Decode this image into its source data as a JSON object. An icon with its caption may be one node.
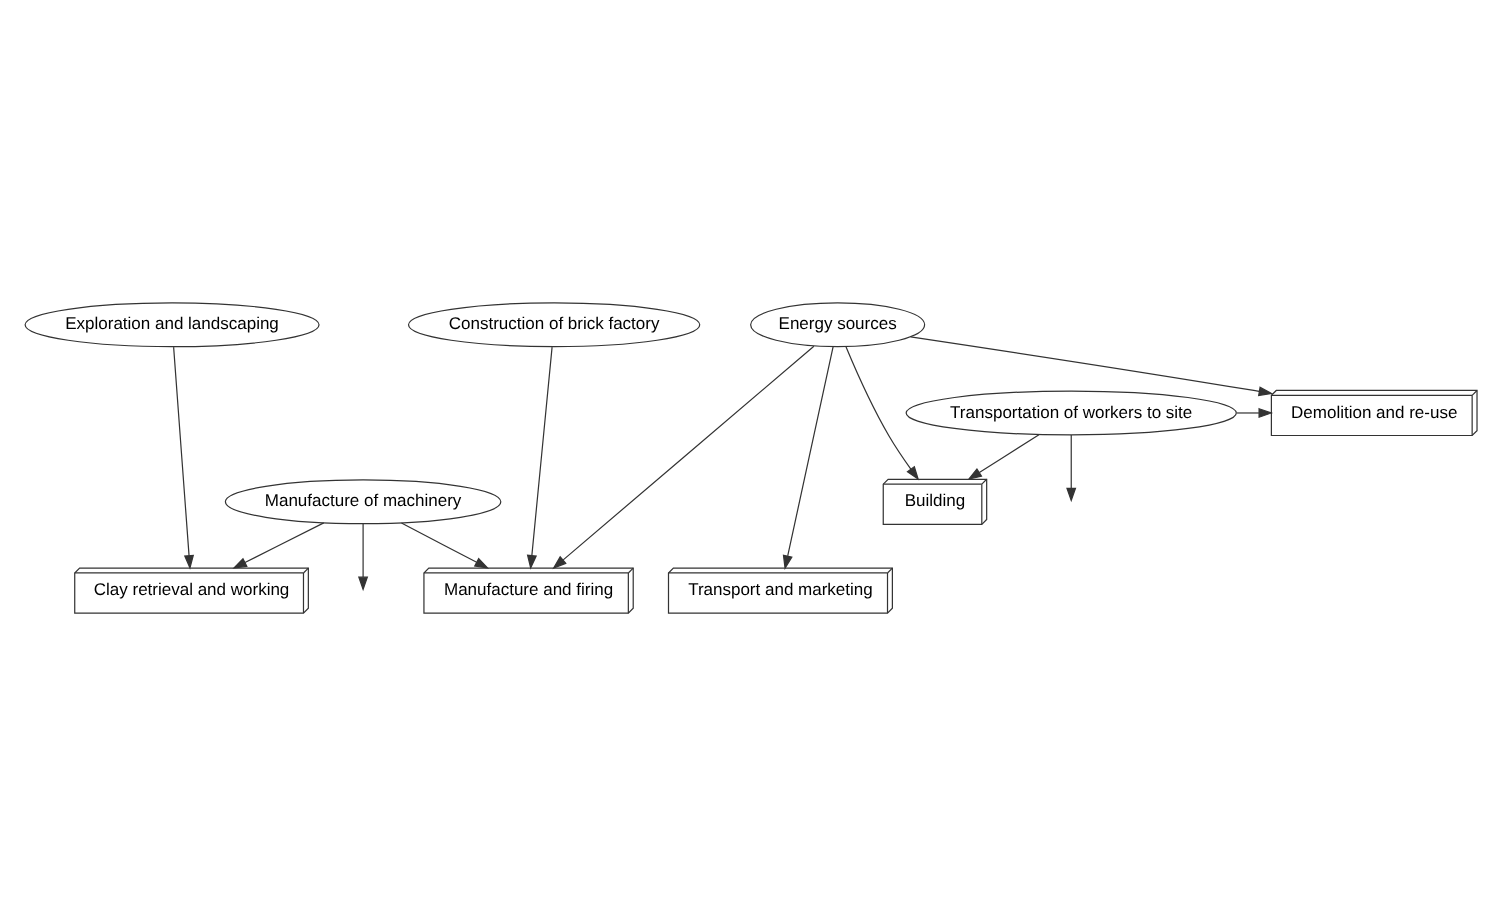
{
  "diagram": {
    "nodes": [
      {
        "text": [
          "Exploration and landscaping"
        ]
      },
      {
        "text": [
          "Construction of brick factory"
        ]
      },
      {
        "text": [
          "Energy sources"
        ]
      },
      {
        "text": [
          "Clay retrieval and working"
        ]
      },
      {
        "text": [
          "Manufacture and firing"
        ]
      },
      {
        "text": [
          "Transport and marketing"
        ]
      },
      {
        "text": [
          "Manufacture of machinery"
        ]
      },
      {
        "text": [
          "Building"
        ]
      },
      {
        "text": [
          "Demolition and re-use"
        ]
      },
      {
        "text": [
          "Transportation of workers to site"
        ]
      }
    ],
    "edges": [
      {
        "from": 0,
        "to": 3,
        "arrow": "to"
      },
      {
        "from": 1,
        "to": 4,
        "arrow": "to"
      },
      {
        "from": 2,
        "to": 4,
        "arrow": "to"
      },
      {
        "from": 2,
        "to": 5,
        "arrow": "to"
      },
      {
        "from": 2,
        "to": 7,
        "arrow": "to"
      },
      {
        "from": 2,
        "to": 8,
        "arrow": "to"
      },
      {
        "from": 6,
        "to": 3,
        "arrow": "to"
      },
      {
        "from": 6,
        "to": 4,
        "arrow": "to"
      },
      {
        "from": 6,
        "to": null,
        "arrow": "to"
      },
      {
        "from": 9,
        "to": null,
        "arrow": "to"
      },
      {
        "from": 9,
        "to": 7,
        "arrow": "to"
      },
      {
        "from": 9,
        "to": 8,
        "arrow": "to"
      }
    ]
  }
}
